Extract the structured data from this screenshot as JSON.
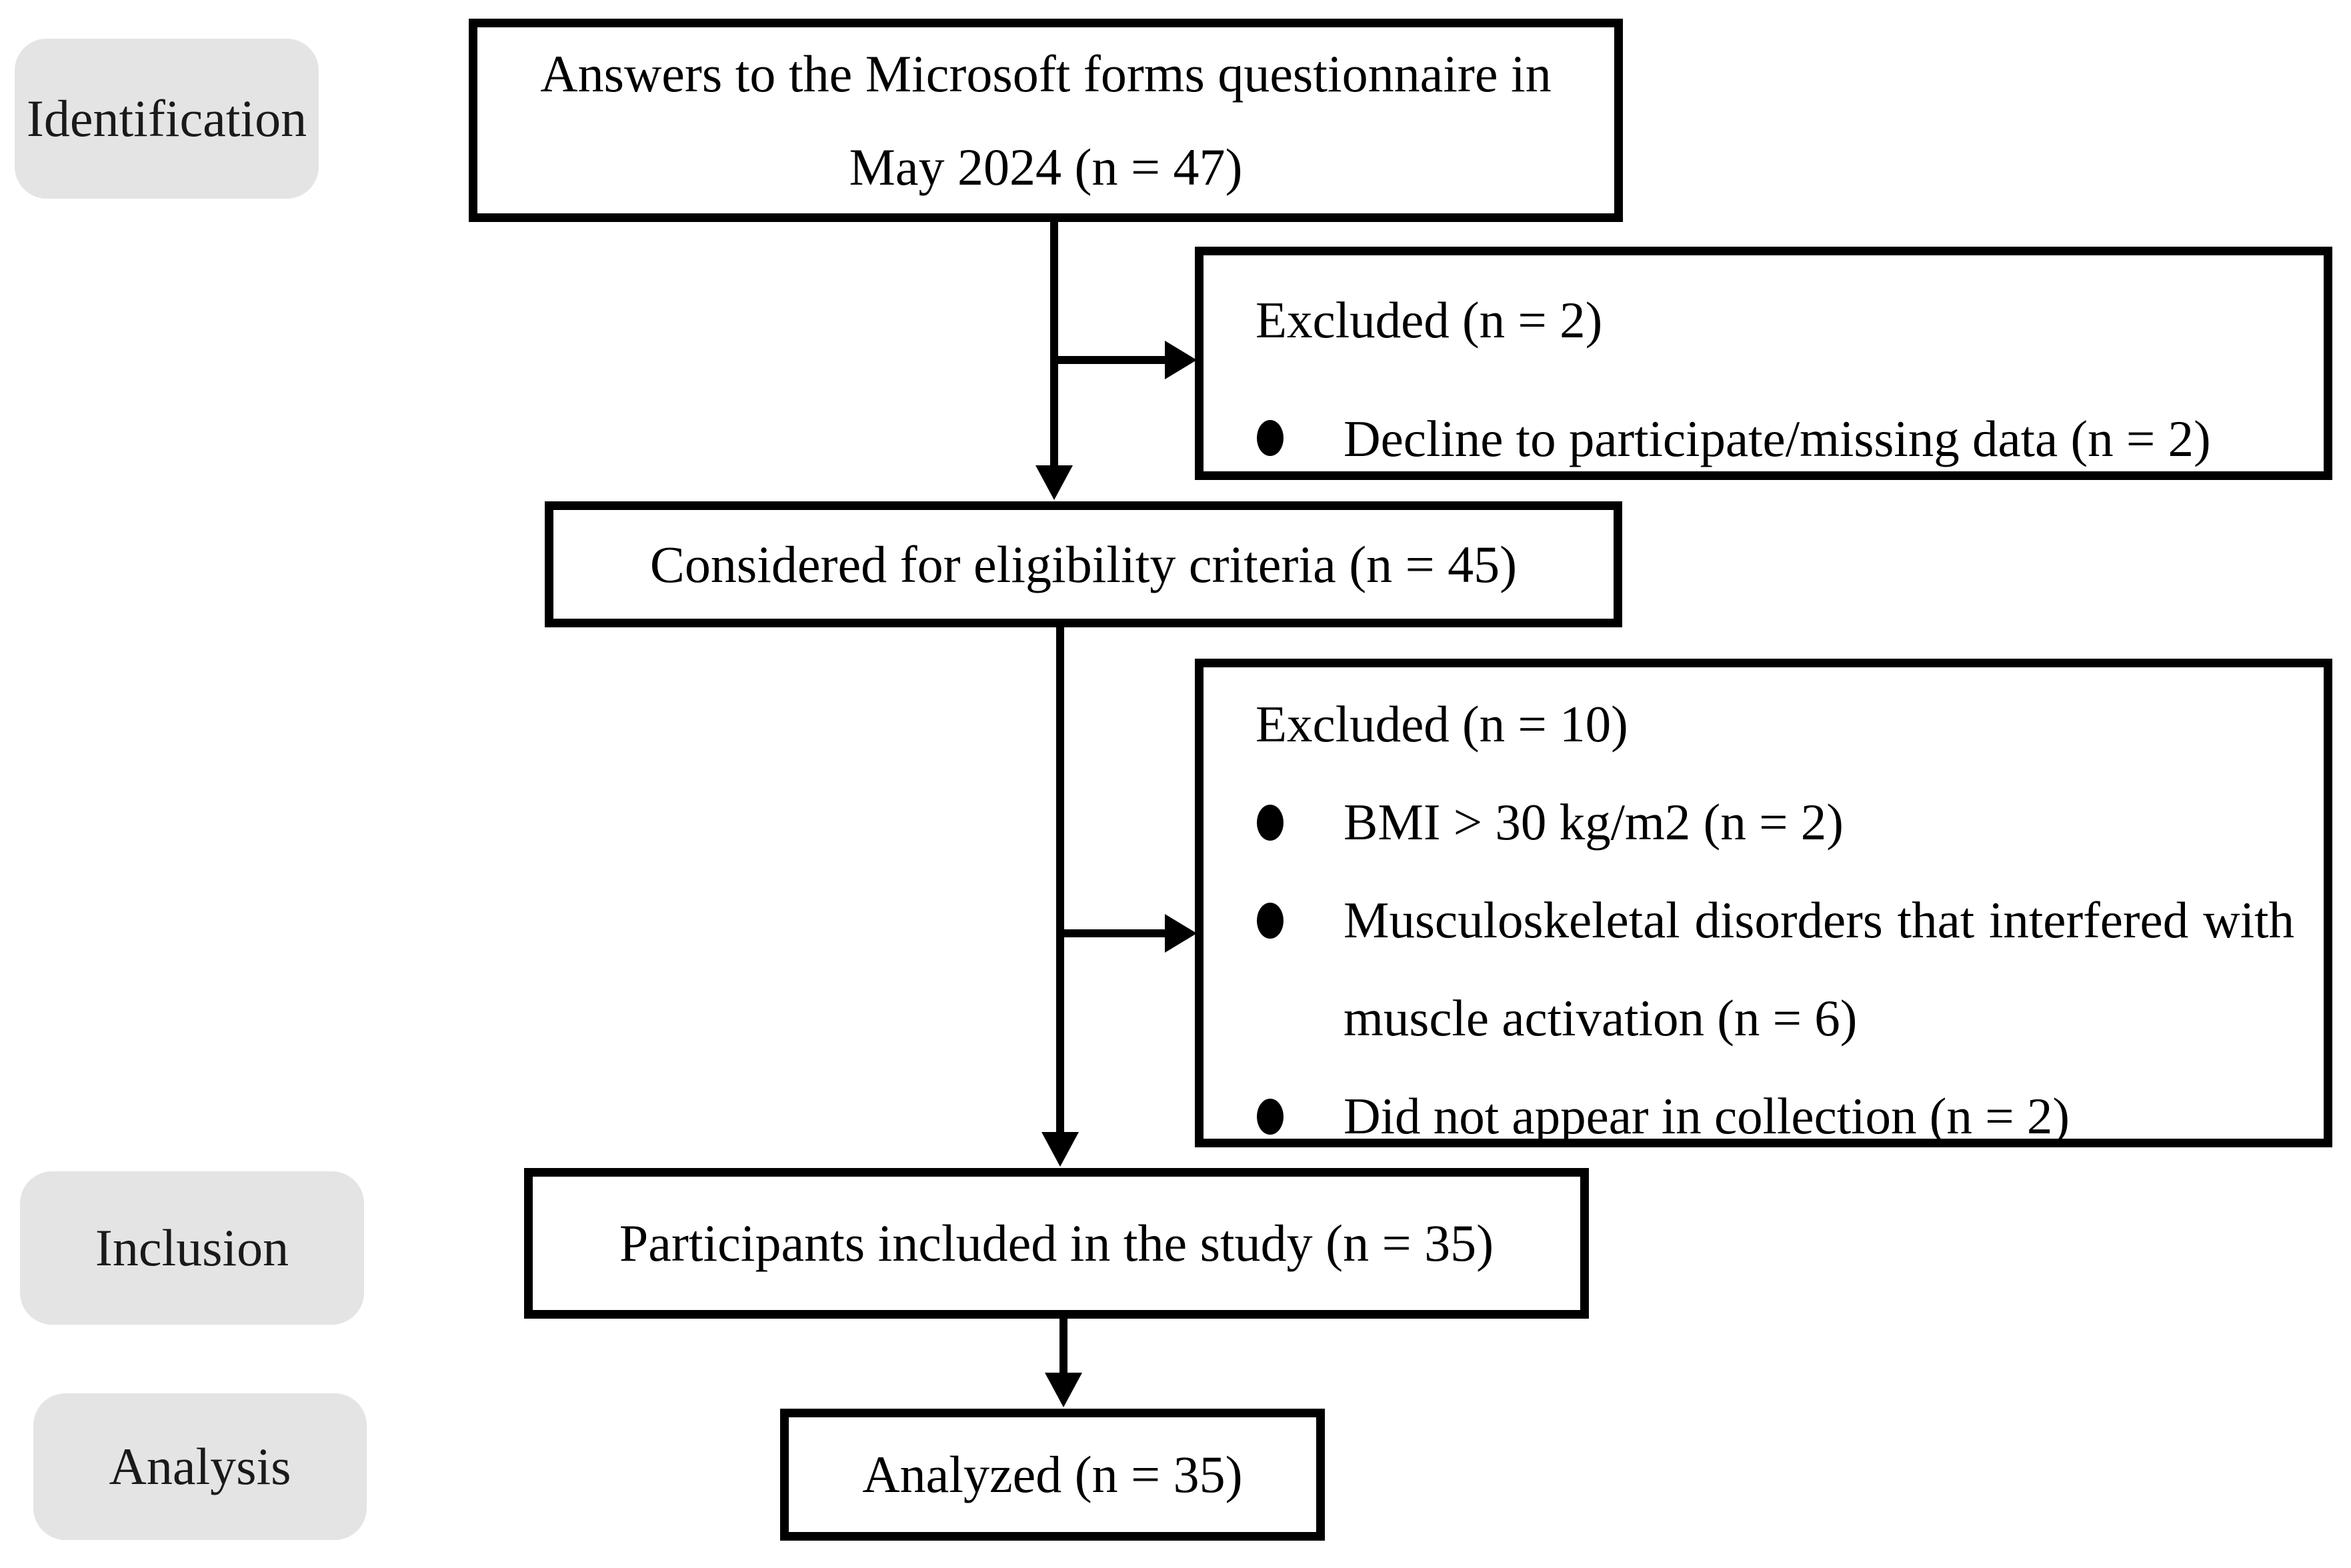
{
  "labels": {
    "identification": "Identification",
    "inclusion": "Inclusion",
    "analysis": "Analysis"
  },
  "boxes": {
    "source": {
      "line1": "Answers to the Microsoft forms questionnaire in",
      "line2": "May 2024 (n = 47)"
    },
    "excluded1": {
      "title": "Excluded (n = 2)",
      "bullets": [
        "Decline to participate/missing data (n = 2)"
      ]
    },
    "eligibility": {
      "text": "Considered for eligibility criteria (n = 45)"
    },
    "excluded2": {
      "title": "Excluded (n = 10)",
      "bullets": [
        "BMI > 30 kg/m2 (n = 2)",
        "Musculoskeletal disorders that interfered with muscle activation (n = 6)",
        "Did not appear in collection (n = 2)"
      ]
    },
    "included": {
      "text": "Participants included in the study (n = 35)"
    },
    "analyzed": {
      "text": "Analyzed (n = 35)"
    }
  },
  "colors": {
    "stage_label_bg": "#e4e4e4",
    "box_border": "#000000",
    "text": "#000000",
    "background": "#ffffff"
  }
}
